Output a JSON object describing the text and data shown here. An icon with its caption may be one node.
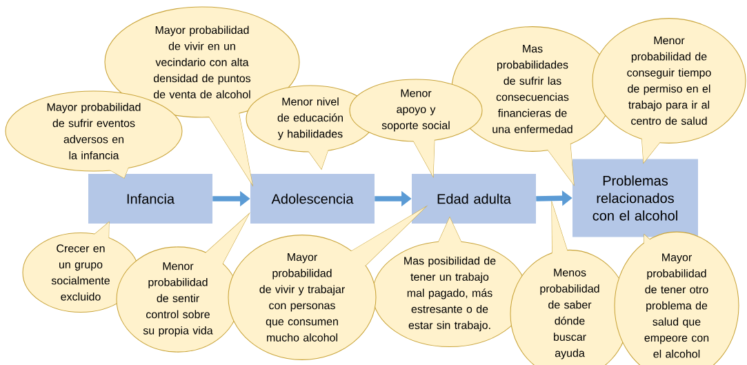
{
  "diagram": {
    "nodes": [
      {
        "text": [
          "Infancia"
        ]
      },
      {
        "text": [
          "Adolescencia"
        ]
      },
      {
        "text": [
          "Edad adulta"
        ]
      },
      {
        "text": [
          "Problemas relacionados con el alcohol"
        ]
      },
      {
        "text": [
          "Mayor probabilidad de sufrir eventos adversos en la infancia"
        ]
      },
      {
        "text": [
          "Mayor probabilidad de vivir en un vecindario con alta densidad de puntos de venta de alcohol"
        ]
      },
      {
        "text": [
          "Menor nivel de educación y habilidades"
        ]
      },
      {
        "text": [
          "Menor apoyo y soporte social"
        ]
      },
      {
        "text": [
          "Mas probabilidades de sufrir las consecuencias financieras de una enfermedad"
        ]
      },
      {
        "text": [
          "Menor probabilidad de conseguir tiempo de permiso en el trabajo para ir al centro de salud"
        ]
      },
      {
        "text": [
          "Crecer en un grupo socialmente excluido"
        ]
      },
      {
        "text": [
          "Menor probabilidad de sentir control sobre su propia vida"
        ]
      },
      {
        "text": [
          "Mayor probabilidad de vivir y trabajar con personas que consumen mucho alcohol"
        ]
      },
      {
        "text": [
          "Mas posibilidad de tener un trabajo mal pagado, más estresante o de estar sin trabajo."
        ]
      },
      {
        "text": [
          "Menos probabilidad de saber dónde buscar ayuda"
        ]
      },
      {
        "text": [
          "Mayor probabilidad de tener otro problema de salud que empeore con el alcohol"
        ]
      }
    ],
    "edges": [
      {
        "from": 0,
        "to": 1,
        "arrow": "to"
      },
      {
        "from": 1,
        "to": 2,
        "arrow": "to"
      },
      {
        "from": 2,
        "to": 3,
        "arrow": "to"
      }
    ]
  }
}
